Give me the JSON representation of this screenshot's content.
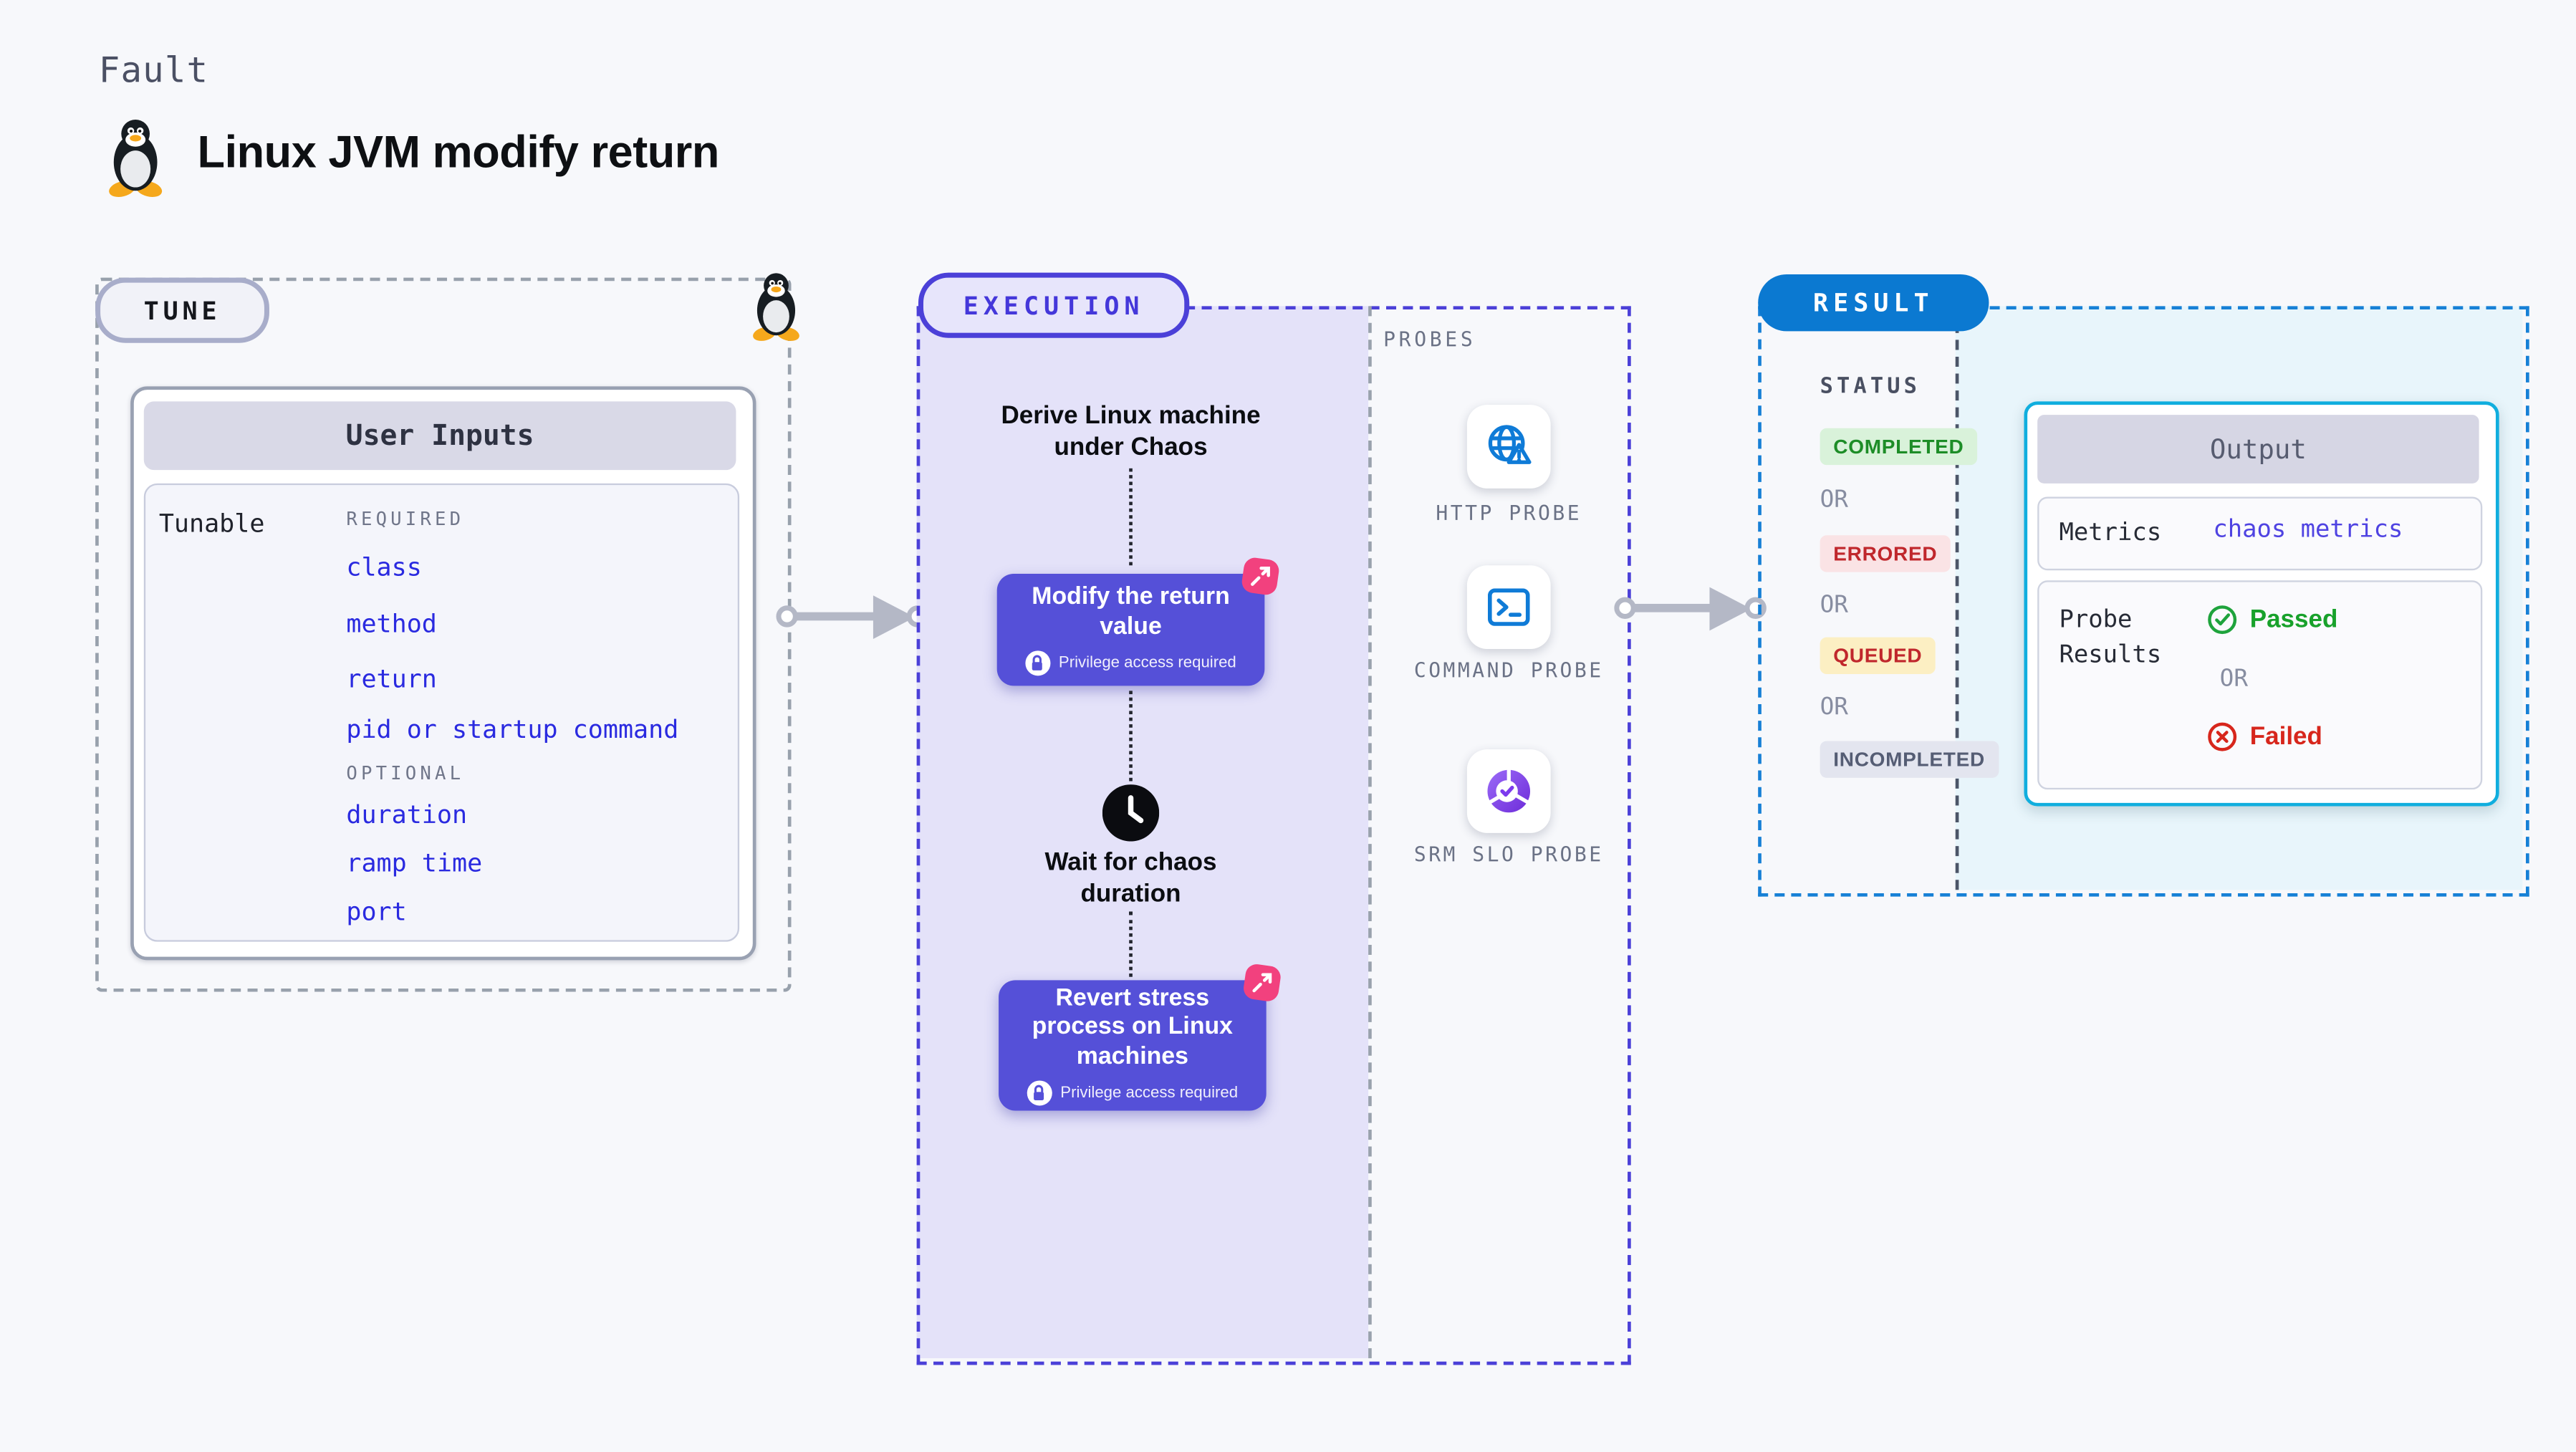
{
  "page": {
    "background": "#f7f8fb"
  },
  "header": {
    "fault_label": "Fault",
    "title": "Linux JVM modify return",
    "title_icon": "linux-penguin-icon"
  },
  "tune": {
    "badge": "TUNE",
    "corner_icon": "linux-penguin-icon",
    "user_inputs": {
      "title": "User Inputs",
      "row_label": "Tunable",
      "required_label": "REQUIRED",
      "required_items": [
        "class",
        "method",
        "return",
        "pid or startup command"
      ],
      "optional_label": "OPTIONAL",
      "optional_items": [
        "duration",
        "ramp time",
        "port"
      ],
      "item_color": "#2a2ae0"
    }
  },
  "execution": {
    "badge": "EXECUTION",
    "accent_color": "#4b40d8",
    "flow_bg_color": "#e4e2f9",
    "node_bg_color": "#5550d8",
    "chaos_icon_color": "#f2417e",
    "steps": {
      "derive": "Derive Linux machine under Chaos",
      "modify": "Modify the return value",
      "wait": "Wait for chaos duration",
      "revert": "Revert stress process on Linux machines"
    },
    "privilege_note": "Privilege access required"
  },
  "probes": {
    "label": "PROBES",
    "items": [
      {
        "label": "HTTP PROBE",
        "icon": "globe-warning-icon",
        "icon_color": "#0f7bd7"
      },
      {
        "label": "COMMAND PROBE",
        "icon": "terminal-icon",
        "icon_color": "#0f7bd7"
      },
      {
        "label": "SRM SLO PROBE",
        "icon": "slo-pie-check-icon",
        "icon_color": "#7c3aed"
      }
    ]
  },
  "result": {
    "badge": "RESULT",
    "accent_color": "#0b79d1",
    "status_label": "STATUS",
    "or_label": "OR",
    "statuses": [
      {
        "label": "COMPLETED",
        "fg": "#1d8d27",
        "bg": "#d9f2da"
      },
      {
        "label": "ERRORED",
        "fg": "#c0272c",
        "bg": "#fae3e5"
      },
      {
        "label": "QUEUED",
        "fg": "#c0272c",
        "bg": "#fcefc3"
      },
      {
        "label": "INCOMPLETED",
        "fg": "#555d74",
        "bg": "#e3e5ef"
      }
    ],
    "output": {
      "title": "Output",
      "metrics_label": "Metrics",
      "metrics_value": "chaos metrics",
      "probe_results_label": "Probe Results",
      "passed_label": "Passed",
      "failed_label": "Failed",
      "passed_color": "#18a12b",
      "failed_color": "#d7261c",
      "border_color": "#10aede"
    }
  }
}
